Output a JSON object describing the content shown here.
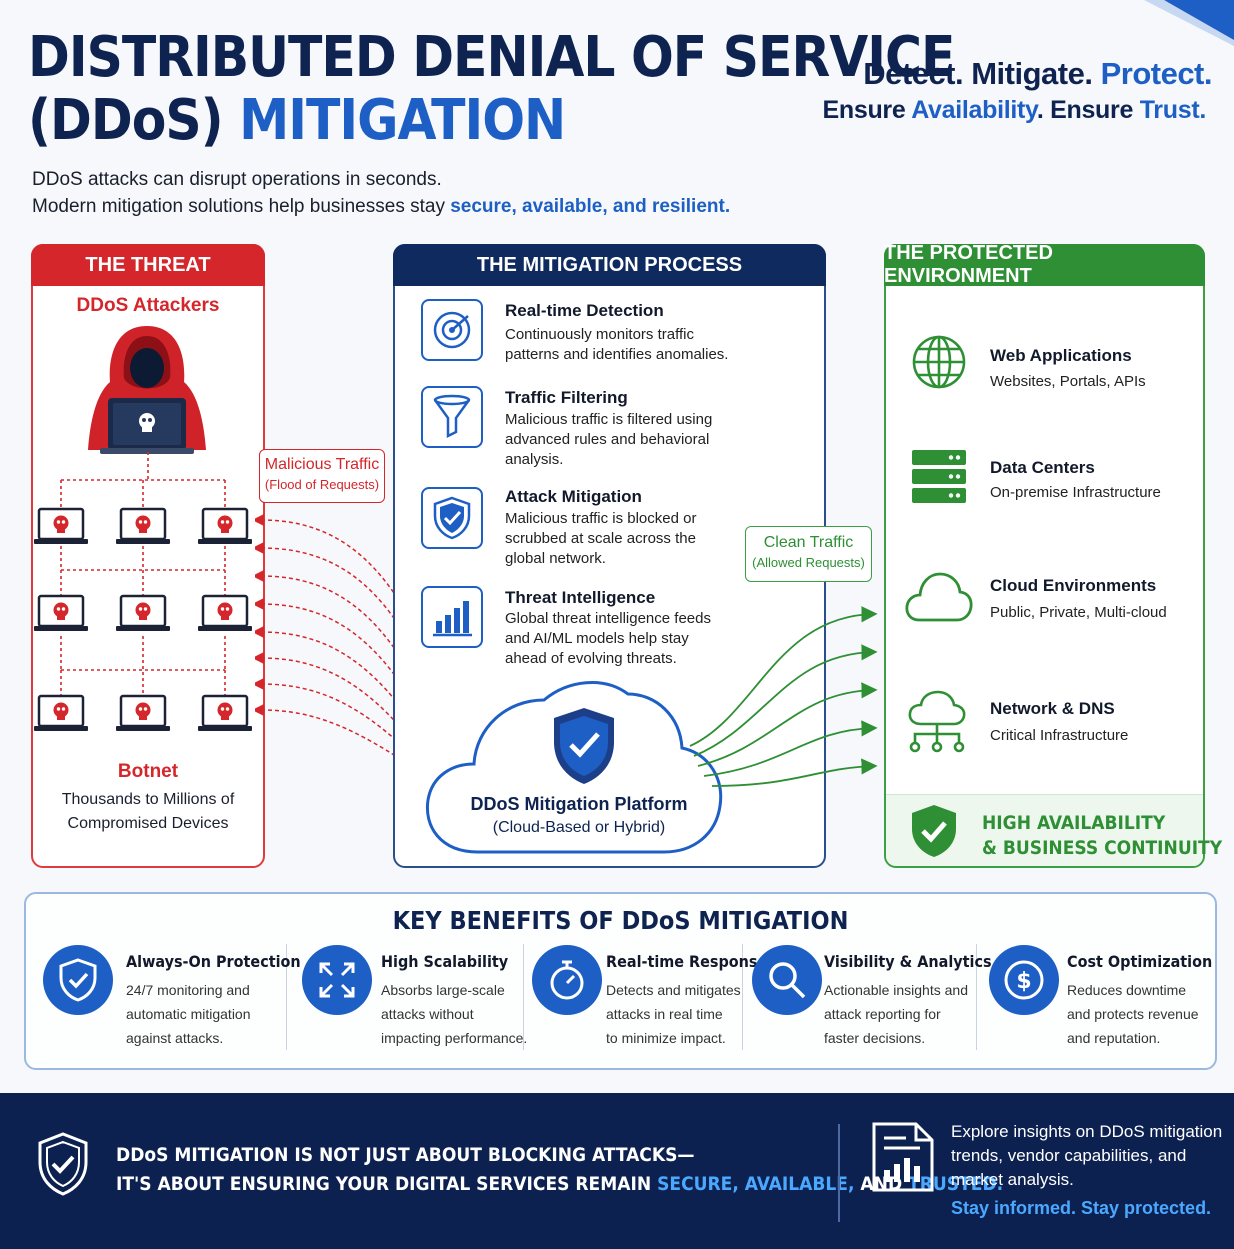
{
  "header": {
    "title_line1": "DISTRIBUTED DENIAL OF SERVICE",
    "title_line2_a": "(DDoS) ",
    "title_line2_b": "MITIGATION",
    "tagline1_a": "Detect. Mitigate. ",
    "tagline1_b": "Protect.",
    "tagline2_a": "Ensure ",
    "tagline2_b": "Availability",
    "tagline2_c": ". Ensure ",
    "tagline2_d": "Trust.",
    "intro_line1": "DDoS attacks can disrupt operations in seconds.",
    "intro_line2_a": "Modern mitigation solutions help businesses stay ",
    "intro_line2_b": "secure, available, and resilient."
  },
  "threat": {
    "header": "THE THREAT",
    "attackers": "DDoS Attackers",
    "botnet": "Botnet",
    "botnet_desc1": "Thousands to Millions of",
    "botnet_desc2": "Compromised Devices",
    "malicious_label": "Malicious Traffic",
    "malicious_sub": "(Flood of Requests)"
  },
  "process": {
    "header": "THE MITIGATION PROCESS",
    "steps": [
      {
        "title": "Real-time Detection",
        "desc": [
          "Continuously monitors traffic",
          "patterns and identifies anomalies."
        ],
        "icon": "radar-icon"
      },
      {
        "title": "Traffic Filtering",
        "desc": [
          "Malicious traffic is filtered using",
          "advanced rules and behavioral",
          "analysis."
        ],
        "icon": "funnel-icon"
      },
      {
        "title": "Attack Mitigation",
        "desc": [
          "Malicious traffic is blocked or",
          "scrubbed at scale across the",
          "global network."
        ],
        "icon": "shield-check-icon"
      },
      {
        "title": "Threat Intelligence",
        "desc": [
          "Global threat intelligence feeds",
          "and AI/ML models help stay",
          "ahead of evolving threats."
        ],
        "icon": "bar-chart-icon"
      }
    ],
    "platform_title": "DDoS Mitigation Platform",
    "platform_sub": "(Cloud-Based or Hybrid)",
    "clean_label": "Clean Traffic",
    "clean_sub": "(Allowed Requests)"
  },
  "protected": {
    "header": "THE PROTECTED ENVIRONMENT",
    "items": [
      {
        "title": "Web Applications",
        "desc": "Websites, Portals, APIs",
        "icon": "globe-icon"
      },
      {
        "title": "Data Centers",
        "desc": "On-premise Infrastructure",
        "icon": "server-icon"
      },
      {
        "title": "Cloud Environments",
        "desc": "Public, Private, Multi-cloud",
        "icon": "cloud-icon"
      },
      {
        "title": "Network & DNS",
        "desc": "Critical Infrastructure",
        "icon": "network-cloud-icon"
      }
    ],
    "ha_line1": "HIGH AVAILABILITY",
    "ha_line2": "& BUSINESS CONTINUITY"
  },
  "benefits": {
    "title": "KEY BENEFITS OF DDoS MITIGATION",
    "items": [
      {
        "title": "Always-On Protection",
        "desc": [
          "24/7 monitoring and",
          "automatic mitigation",
          "against attacks."
        ],
        "icon": "shield-check-icon"
      },
      {
        "title": "High Scalability",
        "desc": [
          "Absorbs large-scale",
          "attacks without",
          "impacting performance."
        ],
        "icon": "expand-icon"
      },
      {
        "title": "Real-time Response",
        "desc": [
          "Detects and mitigates",
          "attacks in real time",
          "to minimize impact."
        ],
        "icon": "stopwatch-icon"
      },
      {
        "title": "Visibility & Analytics",
        "desc": [
          "Actionable insights and",
          "attack reporting for",
          "faster decisions."
        ],
        "icon": "magnifier-icon"
      },
      {
        "title": "Cost Optimization",
        "desc": [
          "Reduces downtime",
          "and protects revenue",
          "and reputation."
        ],
        "icon": "dollar-icon"
      }
    ]
  },
  "footer": {
    "main_line1": "DDoS MITIGATION IS NOT JUST ABOUT BLOCKING ATTACKS—",
    "main_line2_a": "IT'S ABOUT ENSURING YOUR DIGITAL SERVICES REMAIN ",
    "main_line2_b": "SECURE, AVAILABLE,",
    "main_line2_c": " AND ",
    "main_line2_d": "TRUSTED.",
    "side_lines": [
      "Explore insights on DDoS mitigation",
      "trends, vendor capabilities, and",
      "market analysis."
    ],
    "side_cta": "Stay informed. Stay protected."
  },
  "colors": {
    "navy": "#0e2350",
    "accent_blue": "#1d5fc4",
    "threat_red": "#d5262b",
    "protected_green": "#2e8f34",
    "footer_bg": "#0d2150",
    "footer_highlight": "#4aa8ff"
  }
}
